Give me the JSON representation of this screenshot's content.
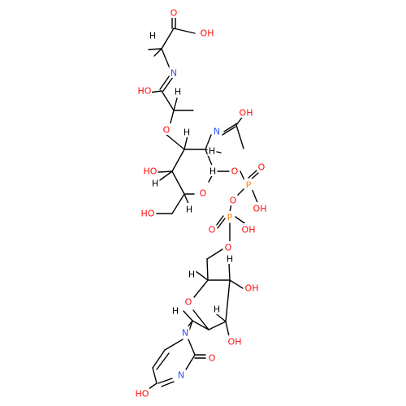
{
  "atom_colors": {
    "O": "#ff0d0d",
    "N": "#3050f8",
    "P": "#ff8000",
    "C": "#000000",
    "H": "#000000"
  },
  "labels": [
    {
      "id": "cooh-o",
      "text": "O",
      "el": "O"
    },
    {
      "id": "cooh-oh",
      "text": "OH",
      "el": "O"
    },
    {
      "id": "h-ala",
      "text": "H",
      "el": "H"
    },
    {
      "id": "n-ala",
      "text": "N",
      "el": "N"
    },
    {
      "id": "ho-amide",
      "text": "HO",
      "el": "O"
    },
    {
      "id": "h-lac",
      "text": "H",
      "el": "H"
    },
    {
      "id": "o-ether",
      "text": "O",
      "el": "O"
    },
    {
      "id": "h-c3",
      "text": "H",
      "el": "H"
    },
    {
      "id": "n-acet",
      "text": "N",
      "el": "N"
    },
    {
      "id": "oh-acet",
      "text": "OH",
      "el": "O"
    },
    {
      "id": "h-c2",
      "text": "H",
      "el": "H"
    },
    {
      "id": "ho-c4",
      "text": "HO",
      "el": "O"
    },
    {
      "id": "h-c4",
      "text": "H",
      "el": "H"
    },
    {
      "id": "o-ring",
      "text": "O",
      "el": "O"
    },
    {
      "id": "h-c1",
      "text": "H",
      "el": "H"
    },
    {
      "id": "o-glyc",
      "text": "O",
      "el": "O"
    },
    {
      "id": "p1",
      "text": "P",
      "el": "P"
    },
    {
      "id": "o-p1",
      "text": "O",
      "el": "O"
    },
    {
      "id": "oh-p1",
      "text": "OH",
      "el": "O"
    },
    {
      "id": "o-bridge",
      "text": "O",
      "el": "O"
    },
    {
      "id": "ho-c6",
      "text": "HO",
      "el": "O"
    },
    {
      "id": "h-c5",
      "text": "H",
      "el": "H"
    },
    {
      "id": "o-p2",
      "text": "O",
      "el": "O"
    },
    {
      "id": "p2",
      "text": "P",
      "el": "P"
    },
    {
      "id": "oh-p2",
      "text": "OH",
      "el": "O"
    },
    {
      "id": "o-5p",
      "text": "O",
      "el": "O"
    },
    {
      "id": "h-4p",
      "text": "H",
      "el": "H"
    },
    {
      "id": "h-3p",
      "text": "H",
      "el": "H"
    },
    {
      "id": "oh-3p",
      "text": "OH",
      "el": "O"
    },
    {
      "id": "o-ribring",
      "text": "O",
      "el": "O"
    },
    {
      "id": "h-1p",
      "text": "H",
      "el": "H"
    },
    {
      "id": "h-2p",
      "text": "H",
      "el": "H"
    },
    {
      "id": "oh-2p",
      "text": "OH",
      "el": "O"
    },
    {
      "id": "n1",
      "text": "N",
      "el": "N"
    },
    {
      "id": "o-c2",
      "text": "O",
      "el": "O"
    },
    {
      "id": "n3",
      "text": "N",
      "el": "N"
    },
    {
      "id": "ho-c4u",
      "text": "HO",
      "el": "O"
    }
  ]
}
